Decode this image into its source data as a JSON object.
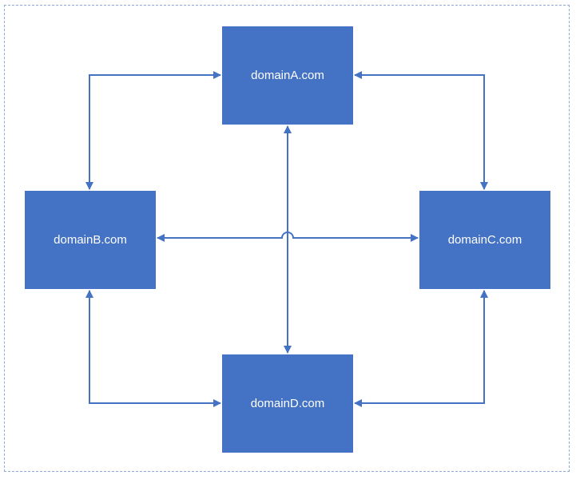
{
  "diagram": {
    "nodes": {
      "a": {
        "label": "domainA.com"
      },
      "b": {
        "label": "domainB.com"
      },
      "c": {
        "label": "domainC.com"
      },
      "d": {
        "label": "domainD.com"
      }
    },
    "connections": [
      {
        "from": "a",
        "to": "b",
        "direction": "both"
      },
      {
        "from": "a",
        "to": "c",
        "direction": "both"
      },
      {
        "from": "d",
        "to": "b",
        "direction": "both"
      },
      {
        "from": "d",
        "to": "c",
        "direction": "both"
      },
      {
        "from": "a",
        "to": "d",
        "direction": "both"
      },
      {
        "from": "b",
        "to": "c",
        "direction": "both"
      }
    ],
    "colors": {
      "node_fill": "#4472c4",
      "node_text": "#ffffff",
      "connector": "#4472c4",
      "frame_border": "#8eaadb"
    }
  }
}
